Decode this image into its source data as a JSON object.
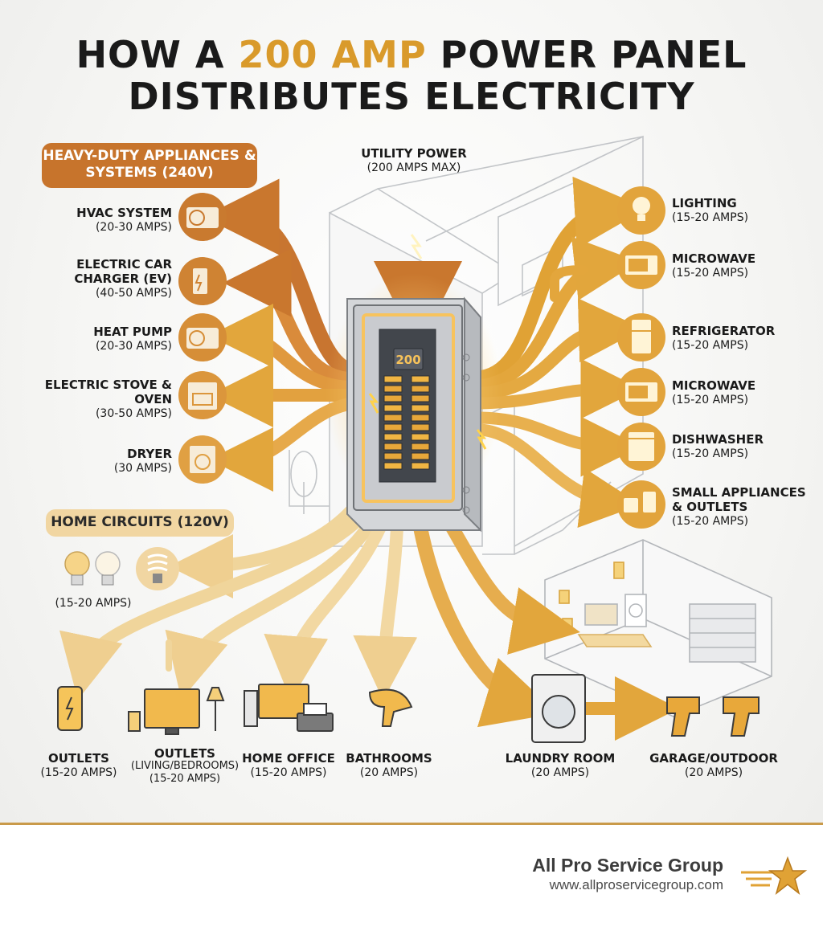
{
  "title": {
    "line1_pre": "HOW A ",
    "line1_highlight": "200 AMP",
    "line1_post": " POWER PANEL",
    "line2": "DISTRIBUTES ELECTRICITY"
  },
  "utility": {
    "name": "UTILITY POWER",
    "detail": "(200 AMPS MAX)"
  },
  "panel": {
    "display": "200"
  },
  "groups": {
    "heavy_duty": "HEAVY-DUTY APPLIANCES & SYSTEMS (240V)",
    "home_circuits": "HOME CIRCUITS (120V)"
  },
  "left_items": [
    {
      "name": "HVAC SYSTEM",
      "amps": "(20-30 AMPS)",
      "icon": "hvac-unit-icon"
    },
    {
      "name": "ELECTRIC CAR CHARGER (EV)",
      "amps": "(40-50 AMPS)",
      "icon": "ev-charger-icon"
    },
    {
      "name": "HEAT PUMP",
      "amps": "(20-30 AMPS)",
      "icon": "heat-pump-icon"
    },
    {
      "name": "ELECTRIC STOVE & OVEN",
      "amps": "(30-50 AMPS)",
      "icon": "stove-oven-icon"
    },
    {
      "name": "DRYER",
      "amps": "(30 AMPS)",
      "icon": "dryer-icon"
    }
  ],
  "right_items": [
    {
      "name": "LIGHTING",
      "amps": "(15-20 AMPS)",
      "icon": "light-bulb-icon"
    },
    {
      "name": "MICROWAVE",
      "amps": "(15-20 AMPS)",
      "icon": "microwave-icon"
    },
    {
      "name": "REFRIGERATOR",
      "amps": "(15-20 AMPS)",
      "icon": "refrigerator-icon"
    },
    {
      "name": "MICROWAVE",
      "amps": "(15-20 AMPS)",
      "icon": "microwave-icon"
    },
    {
      "name": "DISHWASHER",
      "amps": "(15-20 AMPS)",
      "icon": "dishwasher-icon"
    },
    {
      "name": "SMALL APPLIANCES & OUTLETS",
      "amps": "(15-20 AMPS)",
      "icon": "small-appliances-icon"
    }
  ],
  "lights_120": {
    "amps": "(15-20 AMPS)"
  },
  "bottom_items": [
    {
      "name": "OUTLETS",
      "amps": "(15-20 AMPS)",
      "icon": "phone-charging-icon"
    },
    {
      "name": "OUTLETS",
      "amps": "(LIVING/BEDROOMS) (15-20 AMPS)",
      "icon": "tv-lamp-icon"
    },
    {
      "name": "HOME OFFICE",
      "amps": "(15-20 AMPS)",
      "icon": "computer-printer-icon"
    },
    {
      "name": "BATHROOMS",
      "amps": "(20 AMPS)",
      "icon": "hair-dryer-icon"
    },
    {
      "name": "LAUNDRY ROOM",
      "amps": "(20 AMPS)",
      "icon": "washing-machine-icon"
    },
    {
      "name": "GARAGE/OUTDOOR",
      "amps": "(20 AMPS)",
      "icon": "power-tools-icon"
    }
  ],
  "footer": {
    "brand": "All Pro Service Group",
    "url": "www.allproservicegroup.com"
  },
  "colors": {
    "dark_orange": "#c7742c",
    "gold": "#e0a235",
    "light_gold": "#f1d6a2",
    "highlight": "#d99a2b"
  }
}
